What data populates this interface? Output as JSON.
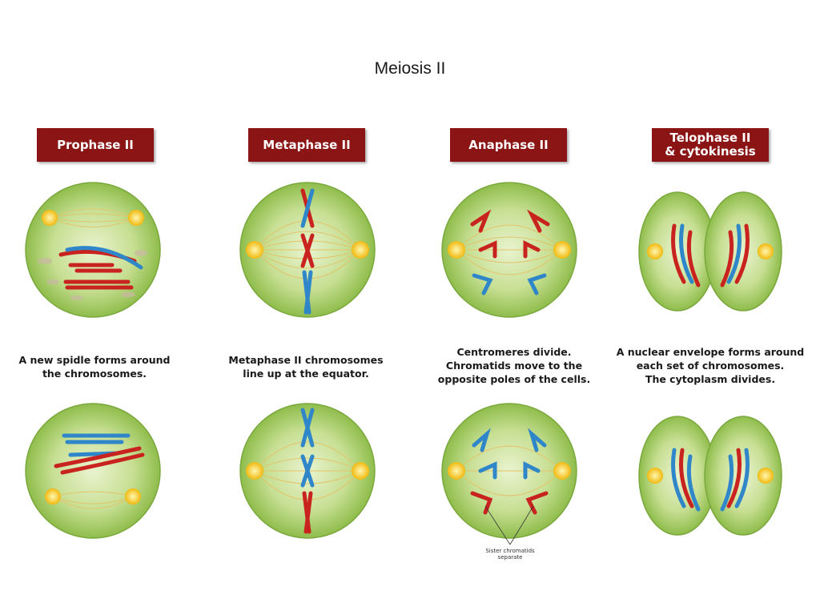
{
  "title": "Meiosis II",
  "stages": [
    {
      "banner": [
        "Prophase II"
      ],
      "caption": [
        "A new spidle forms around",
        "the chromosomes."
      ]
    },
    {
      "banner": [
        "Metaphase II"
      ],
      "caption": [
        "Metaphase II chromosomes",
        "line up at the equator."
      ]
    },
    {
      "banner": [
        "Anaphase II"
      ],
      "caption": [
        "Centromeres divide.",
        "Chromatids move to the",
        "opposite poles of the cells."
      ]
    },
    {
      "banner": [
        "Telophase II",
        "& cytokinesis"
      ],
      "caption": [
        "A nuclear envelope forms around",
        "each set of chromosomes.",
        "The cytoplasm divides."
      ]
    }
  ],
  "annotation": [
    "Sister chromatids",
    "separate"
  ],
  "colors": {
    "banner": "#8b1414",
    "chromosome_red": "#c8231e",
    "chromosome_blue": "#2f86c8",
    "cell_green": "#a6cc64",
    "centrosome": "#f5c518"
  }
}
